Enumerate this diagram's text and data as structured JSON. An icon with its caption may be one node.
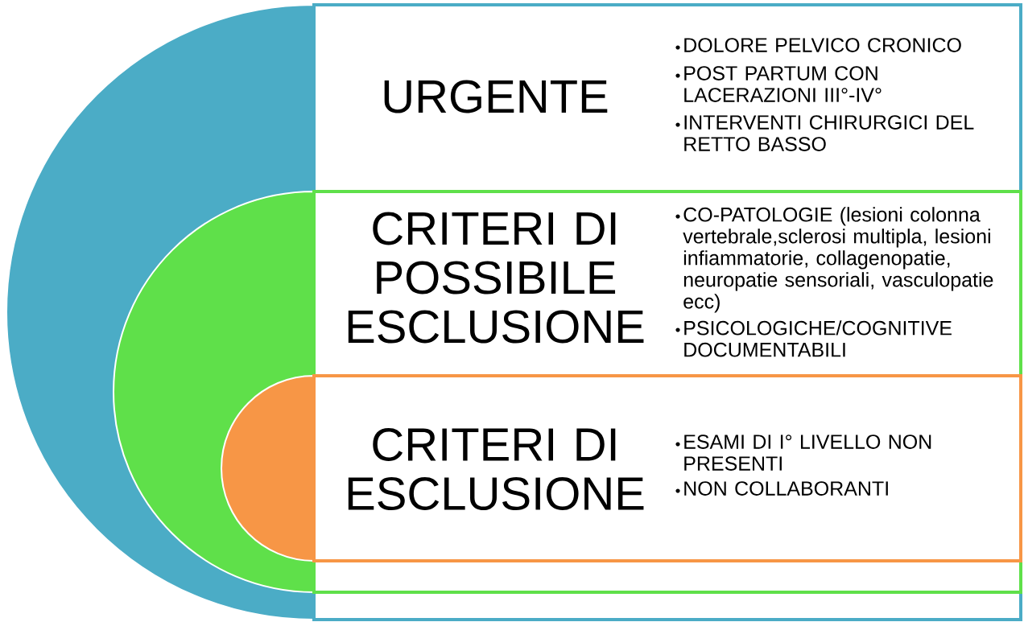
{
  "diagram": {
    "nodes": [
      {
        "text": [
          "URGENTE",
          "DOLORE PELVICO CRONICO",
          "POST PARTUM CON LACERAZIONI III°-IV°",
          "INTERVENTI CHIRURGICI DEL RETTO BASSO"
        ]
      },
      {
        "text": [
          "CRITERI DI POSSIBILE ESCLUSIONE",
          "CO-PATOLOGIE (lesioni colonna vertebrale,sclerosi multipla, lesioni infiammatorie, collagenopatie, neuropatie sensoriali, vasculopatie ecc)",
          "PSICOLOGICHE/COGNITIVE DOCUMENTABILI"
        ],
        "in": 0
      },
      {
        "text": [
          "CRITERI DI ESCLUSIONE",
          "ESAMI DI I° LIVELLO NON PRESENTI",
          "NON COLLABORANTI"
        ],
        "in": 1
      }
    ]
  }
}
